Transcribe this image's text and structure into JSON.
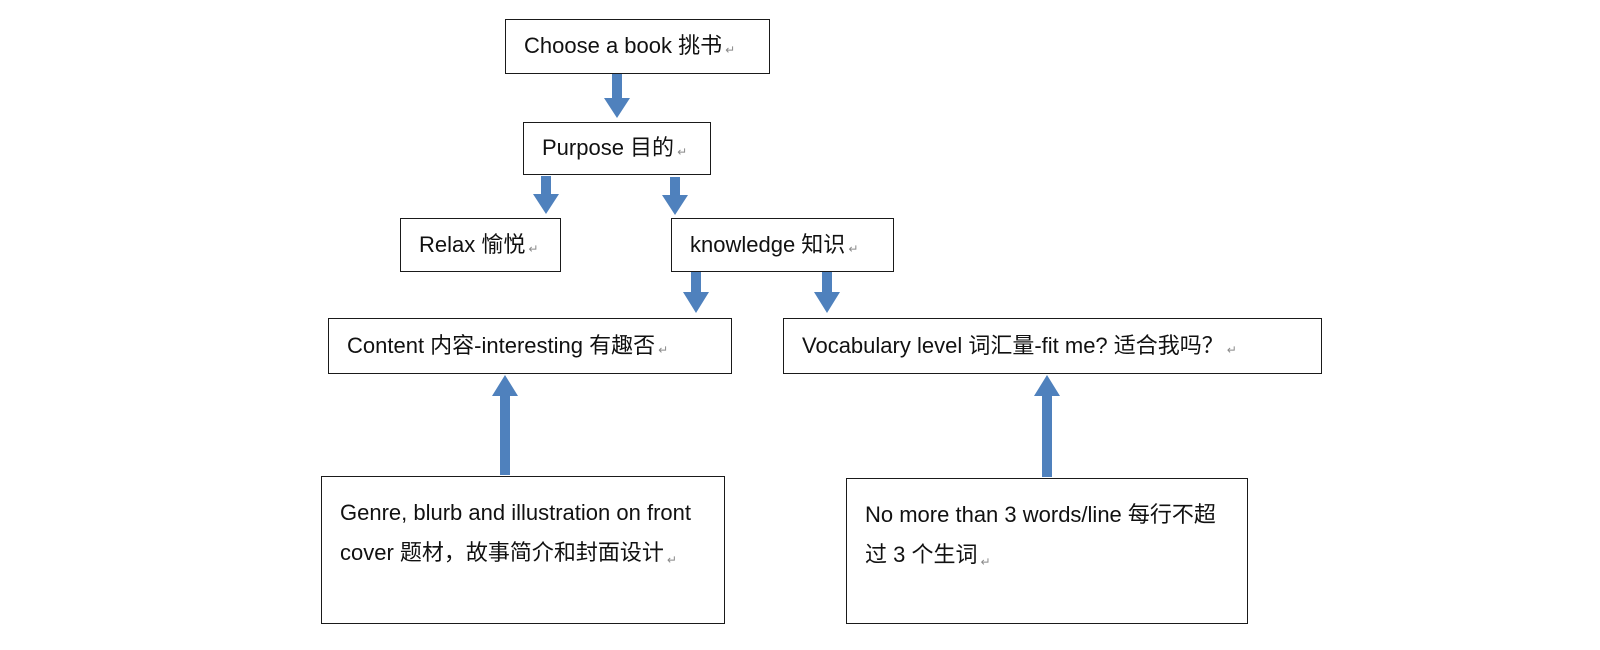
{
  "colors": {
    "arrow": "#4f81bd",
    "border": "#1a1a1a",
    "paragraph_mark": "#8a8a8a"
  },
  "paragraph_mark": "↵",
  "nodes": {
    "choose_book": "Choose a book 挑书",
    "purpose": "Purpose 目的",
    "relax": "Relax 愉悦",
    "knowledge": "knowledge 知识",
    "content": "Content 内容-interesting 有趣否",
    "vocabulary": "Vocabulary level 词汇量-fit me? 适合我吗？",
    "genre": "Genre, blurb and illustration on front cover 题材，故事简介和封面设计",
    "words_per_line": "No more than 3 words/line 每行不超过 3 个生词"
  }
}
